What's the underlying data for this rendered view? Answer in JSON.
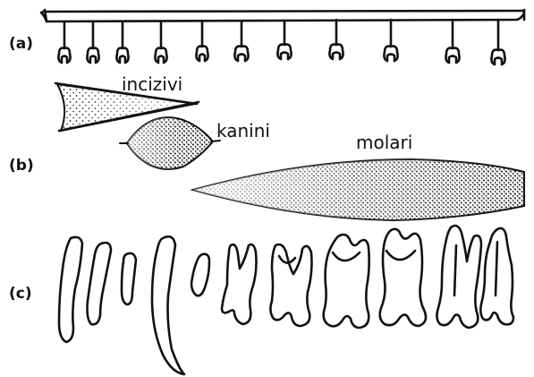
{
  "panels": {
    "a": "(a)",
    "b": "(b)",
    "c": "(c)"
  },
  "zones": {
    "incisors": "incizivi",
    "canines": "kanini",
    "molars": "molari"
  },
  "colors": {
    "ink": "#111111",
    "background": "#ffffff"
  }
}
